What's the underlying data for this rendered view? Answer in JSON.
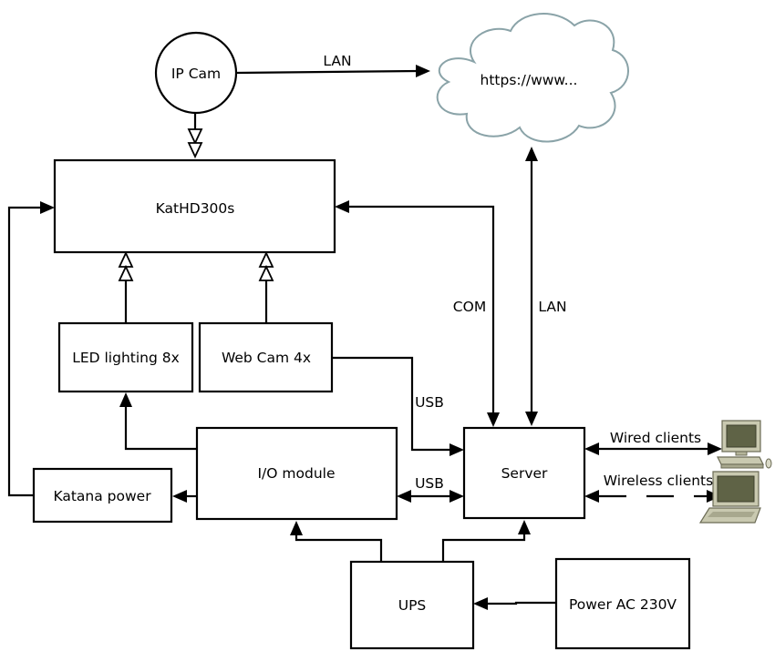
{
  "nodes": {
    "ip_cam": "IP Cam",
    "internet": "https://www...",
    "kathd": "KatHD300s",
    "led": "LED lighting 8x",
    "webcam": "Web Cam 4x",
    "io_module": "I/O module",
    "katana_power": "Katana power",
    "server": "Server",
    "ups": "UPS",
    "power_ac": "Power AC 230V"
  },
  "edge_labels": {
    "ipcam_lan": "LAN",
    "server_lan": "LAN",
    "com": "COM",
    "usb_webcam": "USB",
    "usb_io": "USB",
    "wired": "Wired clients",
    "wireless": "Wireless clients"
  },
  "icons": {
    "desktop": "desktop-computer-icon",
    "laptop": "laptop-computer-icon",
    "cloud": "cloud-icon"
  },
  "colors": {
    "stroke": "#000000",
    "cloud_stroke": "#8aa3a8",
    "computer_body": "#c9c9b0",
    "computer_screen": "#5f6346"
  }
}
